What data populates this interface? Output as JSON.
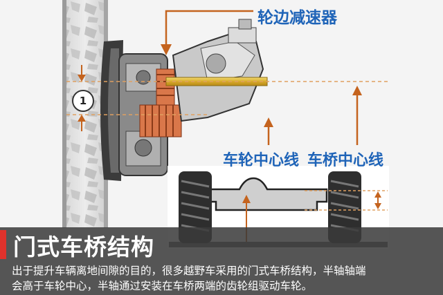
{
  "labels": {
    "top": "轮边减速器",
    "wheel_center": "车轮中心线",
    "axle_center": "车桥中心线",
    "marker": "1"
  },
  "caption": {
    "title": "门式车桥结构",
    "line1": "出于提升车辆离地间隙的目的，很多越野车采用的门式车桥结构，半轴轴端",
    "line2": "会高于车轮中心，半轴通过安装在车桥两端的齿轮组驱动车轮。"
  },
  "colors": {
    "label_blue": "#1f64b8",
    "arrow_orange": "#c4631e",
    "guide_line": "#e0a060",
    "accent_red": "#e0322c",
    "caption_band": "#3a3a3a",
    "gear_red": "#d9774a",
    "axle_yellow": "#e3c23a"
  }
}
